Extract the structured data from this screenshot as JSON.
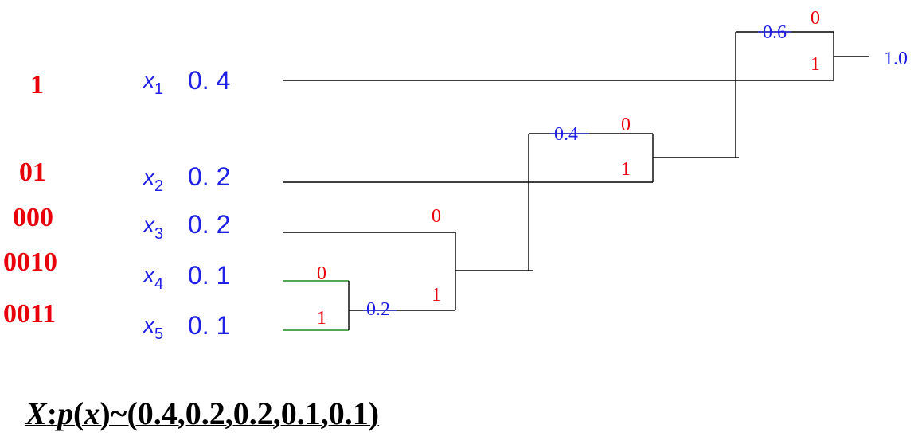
{
  "symbols": [
    {
      "code": "1",
      "base": "x",
      "sub": "1",
      "prob": "0. 4"
    },
    {
      "code": "01",
      "base": "x",
      "sub": "2",
      "prob": "0. 2"
    },
    {
      "code": "000",
      "base": "x",
      "sub": "3",
      "prob": "0. 2"
    },
    {
      "code": "0010",
      "base": "x",
      "sub": "4",
      "prob": "0. 1"
    },
    {
      "code": "0011",
      "base": "x",
      "sub": "5",
      "prob": "0. 1"
    }
  ],
  "merges": [
    {
      "sum": "0.2",
      "upper_bit": "0",
      "lower_bit": "1"
    },
    {
      "upper_bit": "0",
      "lower_bit": "1"
    },
    {
      "sum": "0.4",
      "upper_bit": "0",
      "lower_bit": "1"
    },
    {
      "sum": "0.6",
      "upper_bit": "0",
      "lower_bit": "1"
    }
  ],
  "root": "1.0",
  "formula": {
    "var": "X",
    "colon": ":",
    "func": "p",
    "open": "(",
    "arg": "x",
    "rest": ")~(0.4,0.2,0.2,0.1,0.1)"
  },
  "colors": {
    "code": "#e8000b",
    "symbol": "#1f1fe6",
    "wire": "#000000",
    "leaf_wire": "#1a8a1a"
  }
}
